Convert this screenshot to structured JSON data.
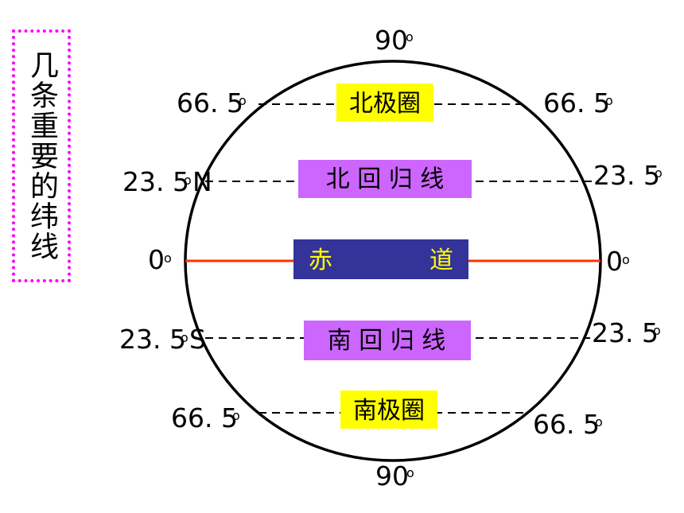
{
  "title": "几条重要的纬线",
  "lines": {
    "arctic_circle": {
      "label": "北极圈",
      "left_value": "66. 5",
      "right_value": "66. 5",
      "fill": "#ffff00",
      "text_color": "#000000"
    },
    "tropic_cancer": {
      "label": "北 回 归 线",
      "left_value": "23. 5",
      "left_suffix": "N",
      "right_value": "23. 5",
      "fill": "#cc66ff",
      "text_color": "#000000"
    },
    "equator": {
      "label_left": "赤",
      "label_right": "道",
      "left_value": "0",
      "right_value": "0",
      "fill": "#333399",
      "text_color": "#ffff00",
      "line_color": "#ff3300"
    },
    "tropic_capricorn": {
      "label": "南 回 归 线",
      "left_value": "23. 5",
      "left_suffix": "S",
      "right_value": "23. 5",
      "fill": "#cc66ff",
      "text_color": "#000000"
    },
    "antarctic_circle": {
      "label": "南极圈",
      "left_value": "66. 5",
      "right_value": "66. 5",
      "fill": "#ffff00",
      "text_color": "#000000"
    }
  },
  "poles": {
    "north": "90",
    "south": "90"
  },
  "degree_symbol": "o"
}
